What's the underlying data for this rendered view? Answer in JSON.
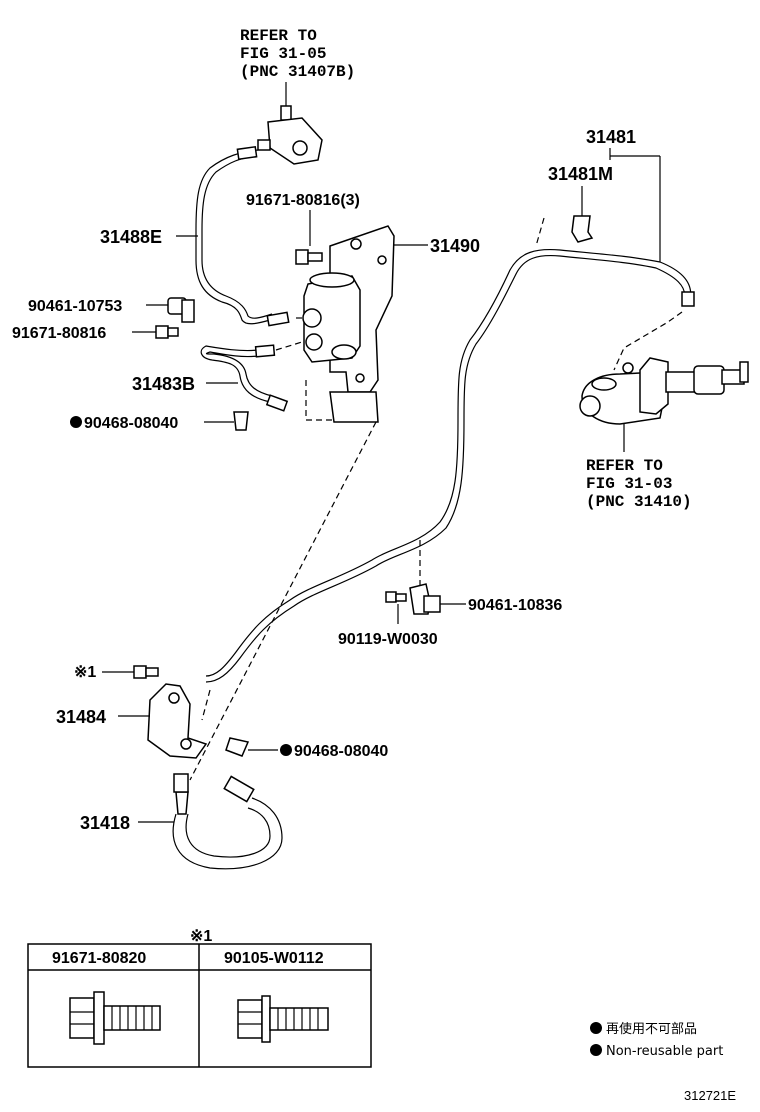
{
  "refer_top": {
    "line1": "REFER TO",
    "line2": "FIG 31-05",
    "line3": "(PNC 31407B)"
  },
  "refer_right": {
    "line1": "REFER TO",
    "line2": "FIG 31-03",
    "line3": "(PNC 31410)"
  },
  "labels": {
    "p31481": "31481",
    "p31481M": "31481M",
    "p31488E": "31488E",
    "p91671_3": "91671-80816(3)",
    "p31490": "31490",
    "p90461_10753": "90461-10753",
    "p91671_80816": "91671-80816",
    "p31483B": "31483B",
    "p90468_top": "90468-08040",
    "p90461_10836": "90461-10836",
    "p90119": "90119-W0030",
    "mark1": "※1",
    "p31484": "31484",
    "p90468_bottom": "90468-08040",
    "p31418": "31418"
  },
  "table": {
    "mark": "※1",
    "col1": "91671-80820",
    "col2": "90105-W0112"
  },
  "legend": {
    "jp": "再使用不可部品",
    "en": "Non-reusable part"
  },
  "diagram_code": "312721E"
}
